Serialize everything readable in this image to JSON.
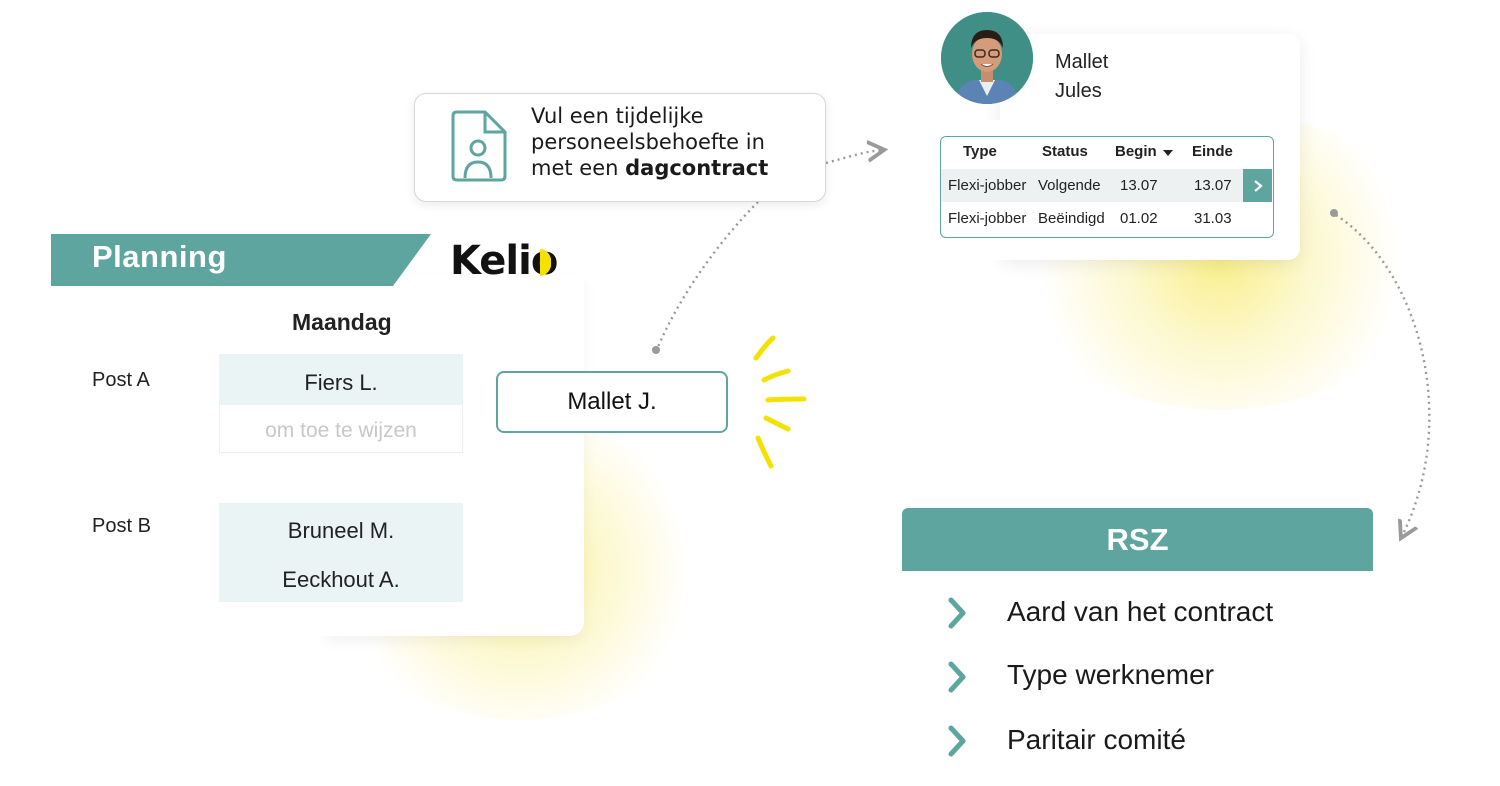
{
  "callout": {
    "line1": "Vul een tijdelijke",
    "line2": "personeelsbehoefte in",
    "line3_prefix": "met een ",
    "line3_bold": "dagcontract",
    "icon": "document-user-icon"
  },
  "planning": {
    "title": "Planning",
    "brand": "Kelio",
    "day": "Maandag",
    "posts": [
      {
        "label": "Post A",
        "slots": [
          "Fiers L."
        ],
        "empty_slot": "om toe te wijzen"
      },
      {
        "label": "Post B",
        "slots": [
          "Bruneel M.",
          "Eeckhout A."
        ]
      }
    ],
    "assignee": "Mallet J."
  },
  "employee": {
    "last_name": "Mallet",
    "first_name": "Jules",
    "table": {
      "headers": [
        "Type",
        "Status",
        "Begin",
        "Einde"
      ],
      "rows": [
        [
          "Flexi-jobber",
          "Volgende",
          "13.07",
          "13.07"
        ],
        [
          "Flexi-jobber",
          "Beëindigd",
          "01.02",
          "31.03"
        ]
      ]
    }
  },
  "rsz": {
    "title": "RSZ",
    "items": [
      "Aard van het contract",
      "Type werknemer",
      "Paritair comité"
    ]
  },
  "colors": {
    "teal": "#5ea5a0",
    "glow_yellow": "#f8ec78",
    "spark_yellow": "#f5e100"
  }
}
